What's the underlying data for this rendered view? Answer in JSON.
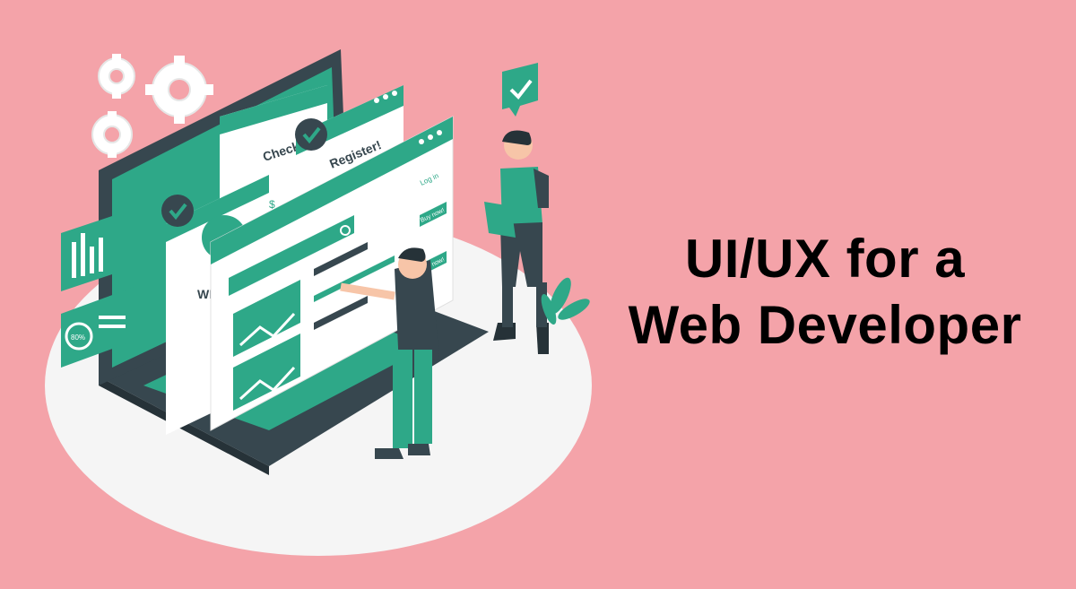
{
  "banner": {
    "title_line1": "UI/UX for a",
    "title_line2": "Web Developer"
  },
  "illustration": {
    "window_register_label": "Register!",
    "window_checkout_label": "Check out",
    "window_we_label": "WE",
    "window_login_label": "Log in",
    "button_buy_now_label": "Buy now!",
    "button_buy_now_2_label": "Buy now!",
    "dollar_label": "$",
    "percent_label": "80%",
    "accent_color": "#2ea888",
    "dark_color": "#37474f",
    "background_color": "#f4a3a9"
  }
}
